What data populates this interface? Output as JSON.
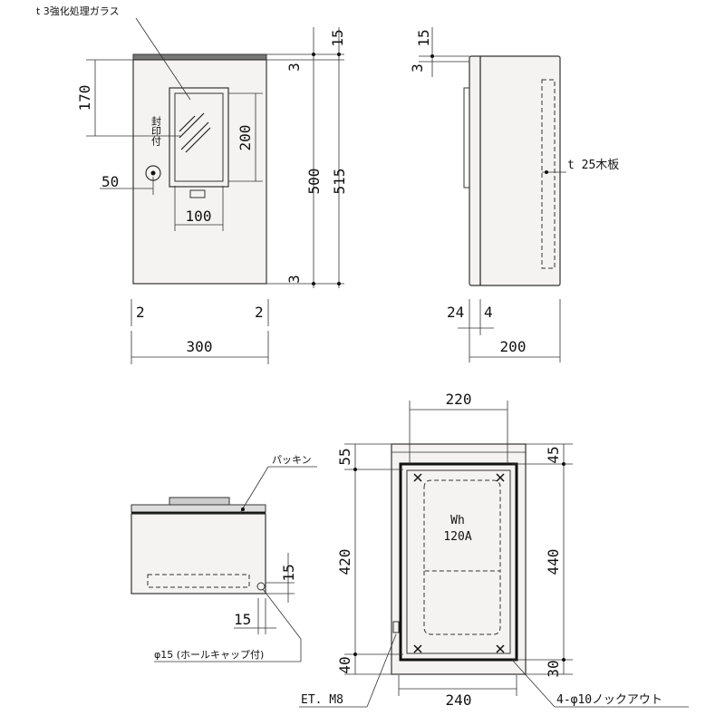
{
  "front_view": {
    "glass_label": "t 3強化処理ガラス",
    "seal_label": "封印付",
    "dims": {
      "top_to_window": "170",
      "window_height": "200",
      "knob_offset": "50",
      "window_width": "100",
      "side_left": "2",
      "side_right": "2",
      "width": "300",
      "top_thickness": "15",
      "top_gap": "3",
      "body_height": "500",
      "total_height": "515",
      "bottom_gap": "3"
    }
  },
  "side_view": {
    "board_label": "t 25木板",
    "dims": {
      "top_thickness": "15",
      "top_gap": "3",
      "depth_front": "24",
      "depth_gap": "4",
      "depth": "200"
    }
  },
  "bottom_view": {
    "packing_label": "パッキン",
    "knockout_label": "φ15 (ホールキャップ付)",
    "dims": {
      "hole_vertical": "15",
      "hole_horizontal": "15"
    }
  },
  "back_view": {
    "meter_label_1": "Wh",
    "meter_label_2": "120A",
    "earth_label": "ET. M8",
    "knockout_label": "4-φ10ノックアウト",
    "dims": {
      "top_width": "220",
      "bottom_width": "240",
      "top_margin": "55",
      "inner_height": "420",
      "bottom_margin": "40",
      "right_top": "45",
      "right_height": "440",
      "right_bottom": "30"
    }
  }
}
